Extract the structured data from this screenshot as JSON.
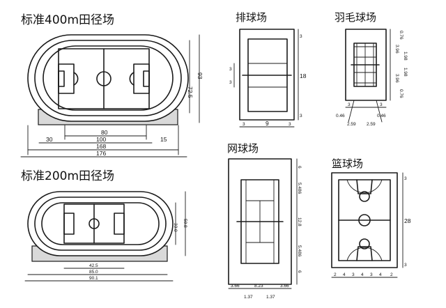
{
  "titles": {
    "track400": "标准400m田径场",
    "track200": "标准200m田径场",
    "volleyball": "排球场",
    "badminton": "羽毛球场",
    "tennis": "网球场",
    "basketball": "篮球场"
  },
  "track400_dims": {
    "width_80": "80",
    "width_100": "100",
    "width_30": "30",
    "width_15": "15",
    "width_168": "168",
    "width_176": "176",
    "height_725": "72.5",
    "height_93": "93"
  },
  "track200_dims": {
    "width_425": "42.5",
    "width_850": "85.0",
    "width_901": "90.1",
    "height_330": "33.0",
    "height_508": "50.8"
  },
  "volleyball_dims": {
    "side_3a": "3",
    "side_3b": "3",
    "length_18": "18",
    "end_3_top": "3",
    "end_3_bottom": "3",
    "width_9": "9",
    "margin_3_left": "3",
    "margin_3_right": "3"
  },
  "badminton_dims": {
    "r1": "0.76",
    "r2": "3.96",
    "r3": "1.98",
    "r4": "1.98",
    "r5": "3.96",
    "r6": "0.76",
    "margin_3_left": "3",
    "margin_3_right": "3",
    "side_046_left": "0.46",
    "side_046_right": "0.46",
    "width_259_left": "2.59",
    "width_259_right": "2.59"
  },
  "tennis_dims": {
    "top_6": "6",
    "r_5486_a": "5.486",
    "r_128": "12.8",
    "r_5486_b": "5.486",
    "bottom_6": "6",
    "w_366_left": "3.66",
    "w_823": "8.23",
    "w_366_right": "3.66",
    "w_137_left": "1.37",
    "w_137_right": "1.37"
  },
  "basketball_dims": {
    "top_3": "3",
    "length_28": "28",
    "bottom_3": "3",
    "widths": [
      "2",
      "4",
      "3",
      "4",
      "3",
      "4",
      "2"
    ]
  }
}
